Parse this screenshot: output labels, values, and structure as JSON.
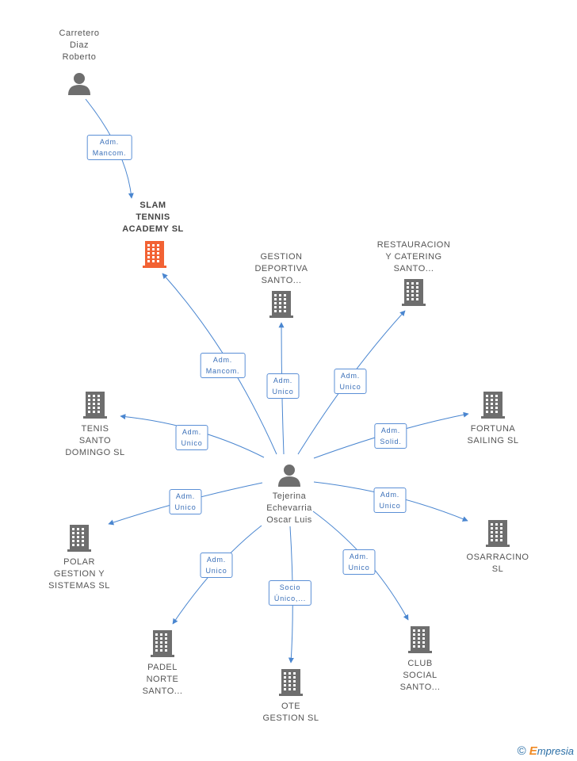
{
  "colors": {
    "edge": "#4a86d0",
    "person": "#6e6e6e",
    "building": "#6e6e6e",
    "highlight": "#f26234"
  },
  "nodes": [
    {
      "id": "carretero",
      "type": "person",
      "lines": [
        "Carretero",
        "Diaz",
        "Roberto"
      ]
    },
    {
      "id": "slam",
      "type": "building-highlight",
      "lines": [
        "SLAM",
        "TENNIS",
        "ACADEMY SL"
      ]
    },
    {
      "id": "gestion",
      "type": "building",
      "lines": [
        "GESTION",
        "DEPORTIVA",
        "SANTO..."
      ]
    },
    {
      "id": "restauracion",
      "type": "building",
      "lines": [
        "RESTAURACION",
        "Y CATERING",
        "SANTO..."
      ]
    },
    {
      "id": "tenis",
      "type": "building",
      "lines": [
        "TENIS",
        "SANTO",
        "DOMINGO SL"
      ]
    },
    {
      "id": "fortuna",
      "type": "building",
      "lines": [
        "FORTUNA",
        "SAILING SL"
      ]
    },
    {
      "id": "tejerina",
      "type": "person",
      "lines": [
        "Tejerina",
        "Echevarria",
        "Oscar Luis"
      ]
    },
    {
      "id": "polar",
      "type": "building",
      "lines": [
        "POLAR",
        "GESTION Y",
        "SISTEMAS  SL"
      ]
    },
    {
      "id": "osarracino",
      "type": "building",
      "lines": [
        "OSARRACINO",
        "SL"
      ]
    },
    {
      "id": "padel",
      "type": "building",
      "lines": [
        "PADEL",
        "NORTE",
        "SANTO..."
      ]
    },
    {
      "id": "club",
      "type": "building",
      "lines": [
        "CLUB",
        "SOCIAL",
        "SANTO..."
      ]
    },
    {
      "id": "ote",
      "type": "building",
      "lines": [
        "OTE",
        "GESTION SL"
      ]
    }
  ],
  "edges": [
    {
      "id": "carretero-slam",
      "lines": [
        "Adm.",
        "Mancom."
      ]
    },
    {
      "id": "tejerina-slam",
      "lines": [
        "Adm.",
        "Mancom."
      ]
    },
    {
      "id": "tejerina-gestion",
      "lines": [
        "Adm.",
        "Unico"
      ]
    },
    {
      "id": "tejerina-restauracion",
      "lines": [
        "Adm.",
        "Unico"
      ]
    },
    {
      "id": "tejerina-tenis",
      "lines": [
        "Adm.",
        "Unico"
      ]
    },
    {
      "id": "tejerina-fortuna",
      "lines": [
        "Adm.",
        "Solid."
      ]
    },
    {
      "id": "tejerina-polar",
      "lines": [
        "Adm.",
        "Unico"
      ]
    },
    {
      "id": "tejerina-osarracino",
      "lines": [
        "Adm.",
        "Unico"
      ]
    },
    {
      "id": "tejerina-padel",
      "lines": [
        "Adm.",
        "Unico"
      ]
    },
    {
      "id": "tejerina-club",
      "lines": [
        "Adm.",
        "Unico"
      ]
    },
    {
      "id": "tejerina-ote",
      "lines": [
        "Socio",
        "Único,..."
      ]
    }
  ],
  "footer": {
    "copyright": "©",
    "brand_initial": "E",
    "brand_rest": "mpresia"
  }
}
